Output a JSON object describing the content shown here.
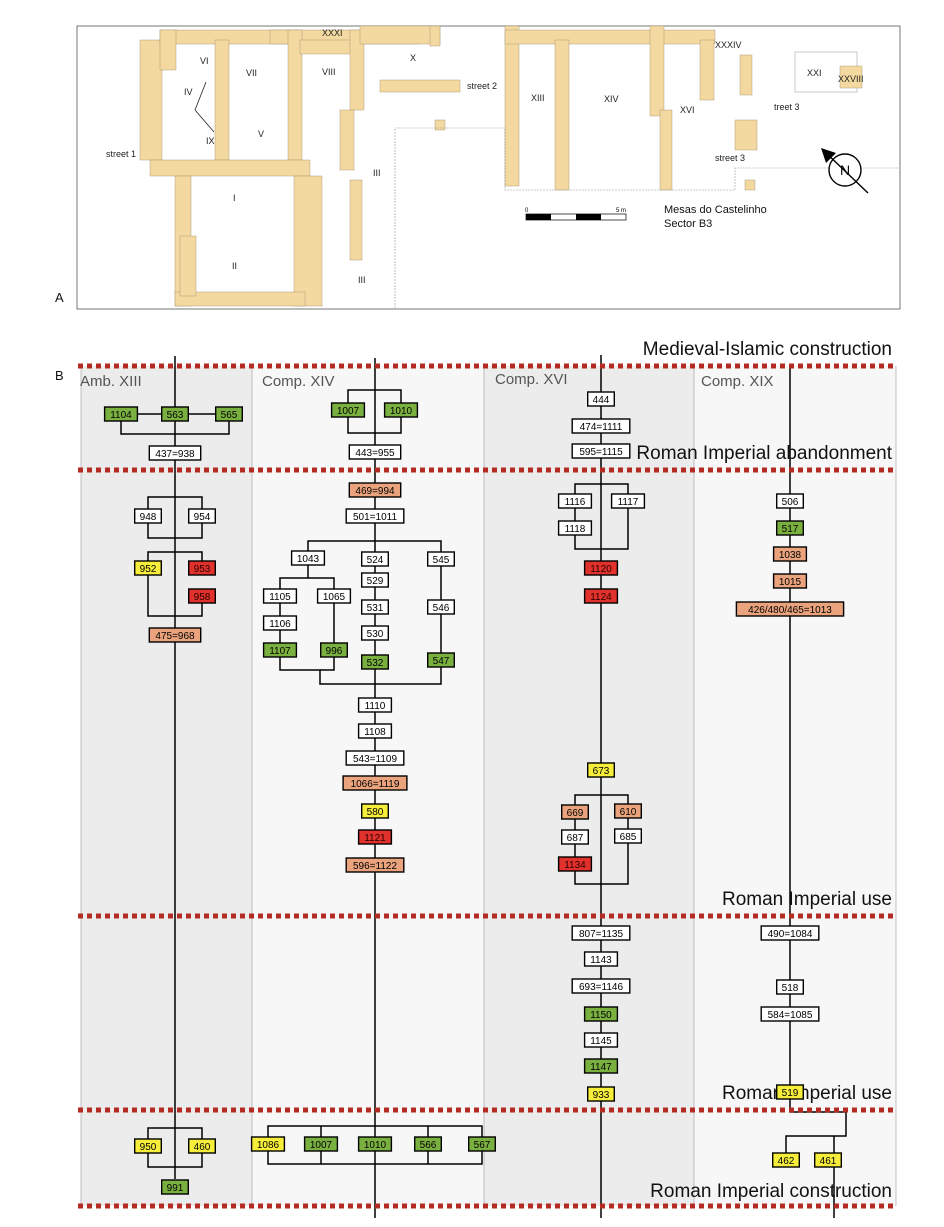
{
  "panel_a": {
    "label": "A",
    "site_name": "Mesas do Castelinho",
    "sector": "Sector B3",
    "scale": {
      "start": "0",
      "end": "5 m"
    },
    "north": "N",
    "rooms": [
      "XXXI",
      "VI",
      "VII",
      "VIII",
      "X",
      "IV",
      "IX",
      "V",
      "I",
      "II",
      "III",
      "III",
      "XXXIV",
      "XXI",
      "XXVIII",
      "XIII",
      "XIV",
      "XVI"
    ],
    "streets": [
      "street 1",
      "street 2",
      "treet 3",
      "street 3"
    ]
  },
  "panel_b": {
    "label": "B",
    "columns": [
      "Amb. XIII",
      "Comp. XIV",
      "Comp. XVI",
      "Comp. XIX"
    ],
    "phases": [
      "Medieval-Islamic construction",
      "Roman Imperial abandonment",
      "Roman Imperial use",
      "Roman Imperial use",
      "Roman Imperial construction"
    ]
  },
  "legend_colors": {
    "white": "#ffffff",
    "green": "#7ab040",
    "yellow": "#f6ee3a",
    "red": "#e0312c",
    "orange": "#eaa37c",
    "plan_fill": "#f3d9a0",
    "divider": "#b32b22"
  },
  "nodes": [
    {
      "id": "1104",
      "c": "green"
    },
    {
      "id": "563",
      "c": "green"
    },
    {
      "id": "565",
      "c": "green"
    },
    {
      "id": "437=938",
      "c": "white"
    },
    {
      "id": "948",
      "c": "white"
    },
    {
      "id": "954",
      "c": "white"
    },
    {
      "id": "952",
      "c": "yellow"
    },
    {
      "id": "953",
      "c": "red"
    },
    {
      "id": "958",
      "c": "red"
    },
    {
      "id": "475=968",
      "c": "orange"
    },
    {
      "id": "950",
      "c": "yellow"
    },
    {
      "id": "460",
      "c": "yellow"
    },
    {
      "id": "991",
      "c": "green"
    },
    {
      "id": "1007",
      "c": "green"
    },
    {
      "id": "1010",
      "c": "green"
    },
    {
      "id": "443=955",
      "c": "white"
    },
    {
      "id": "469=994",
      "c": "orange"
    },
    {
      "id": "501=1011",
      "c": "white"
    },
    {
      "id": "1043",
      "c": "white"
    },
    {
      "id": "524",
      "c": "white"
    },
    {
      "id": "545",
      "c": "white"
    },
    {
      "id": "529",
      "c": "white"
    },
    {
      "id": "1105",
      "c": "white"
    },
    {
      "id": "1065",
      "c": "white"
    },
    {
      "id": "531",
      "c": "white"
    },
    {
      "id": "546",
      "c": "white"
    },
    {
      "id": "1106",
      "c": "white"
    },
    {
      "id": "530",
      "c": "white"
    },
    {
      "id": "1107",
      "c": "green"
    },
    {
      "id": "996",
      "c": "green"
    },
    {
      "id": "532",
      "c": "green"
    },
    {
      "id": "547",
      "c": "green"
    },
    {
      "id": "1110",
      "c": "white"
    },
    {
      "id": "1108",
      "c": "white"
    },
    {
      "id": "543=1109",
      "c": "white"
    },
    {
      "id": "1066=1119",
      "c": "orange"
    },
    {
      "id": "580",
      "c": "yellow"
    },
    {
      "id": "1121",
      "c": "red"
    },
    {
      "id": "596=1122",
      "c": "orange"
    },
    {
      "id": "1086",
      "c": "yellow"
    },
    {
      "id": "1007",
      "c": "green"
    },
    {
      "id": "1010",
      "c": "green"
    },
    {
      "id": "566",
      "c": "green"
    },
    {
      "id": "567",
      "c": "green"
    },
    {
      "id": "444",
      "c": "white"
    },
    {
      "id": "474=1111",
      "c": "white"
    },
    {
      "id": "595=1115",
      "c": "white"
    },
    {
      "id": "1116",
      "c": "white"
    },
    {
      "id": "1117",
      "c": "white"
    },
    {
      "id": "1118",
      "c": "white"
    },
    {
      "id": "1120",
      "c": "red"
    },
    {
      "id": "1124",
      "c": "red"
    },
    {
      "id": "673",
      "c": "yellow"
    },
    {
      "id": "669",
      "c": "orange"
    },
    {
      "id": "610",
      "c": "orange"
    },
    {
      "id": "687",
      "c": "white"
    },
    {
      "id": "685",
      "c": "white"
    },
    {
      "id": "1134",
      "c": "red"
    },
    {
      "id": "807=1135",
      "c": "white"
    },
    {
      "id": "1143",
      "c": "white"
    },
    {
      "id": "693=1146",
      "c": "white"
    },
    {
      "id": "1150",
      "c": "green"
    },
    {
      "id": "1145",
      "c": "white"
    },
    {
      "id": "1147",
      "c": "green"
    },
    {
      "id": "933",
      "c": "yellow"
    },
    {
      "id": "506",
      "c": "white"
    },
    {
      "id": "517",
      "c": "green"
    },
    {
      "id": "1038",
      "c": "orange"
    },
    {
      "id": "1015",
      "c": "orange"
    },
    {
      "id": "426/480/465=1013",
      "c": "orange"
    },
    {
      "id": "490=1084",
      "c": "white"
    },
    {
      "id": "518",
      "c": "white"
    },
    {
      "id": "584=1085",
      "c": "white"
    },
    {
      "id": "519",
      "c": "yellow"
    },
    {
      "id": "462",
      "c": "yellow"
    },
    {
      "id": "461",
      "c": "yellow"
    }
  ]
}
